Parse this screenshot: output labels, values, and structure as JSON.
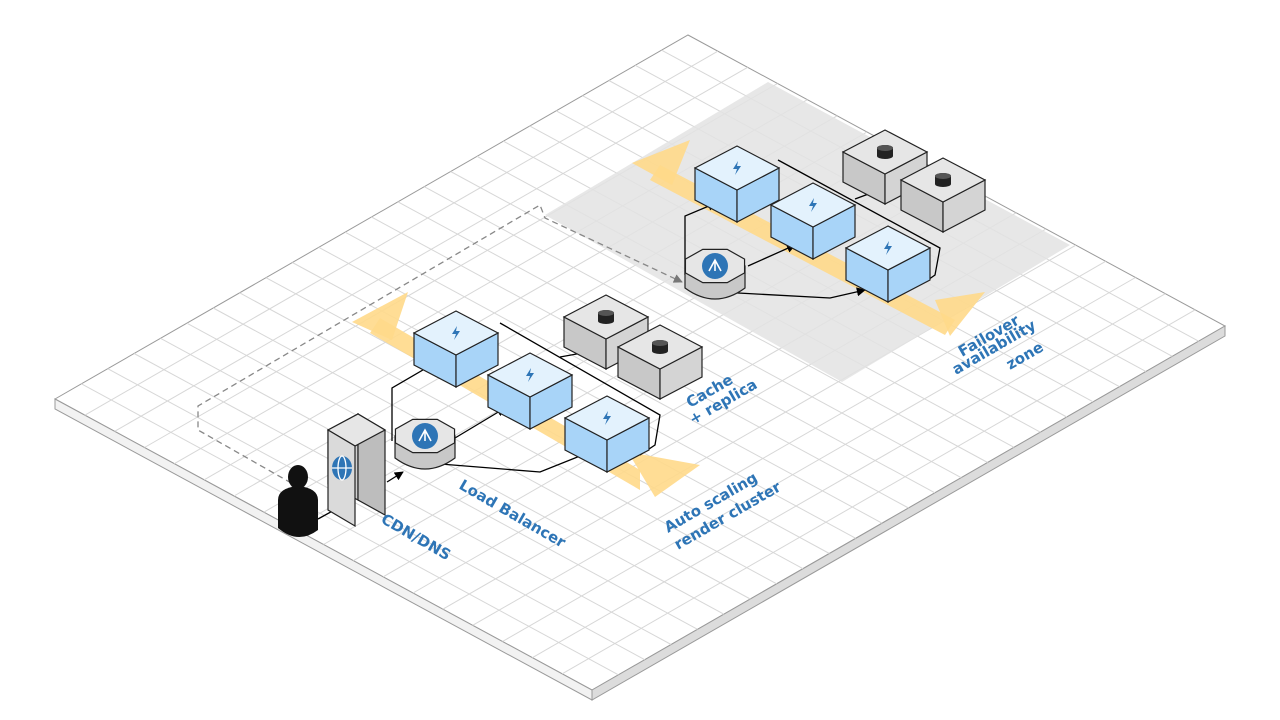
{
  "labels": {
    "cdn": "CDN/DNS",
    "load_balancer": "Load Balancer",
    "cluster_line1": "Auto scaling",
    "cluster_line2": "render cluster",
    "cache_line1": "Cache",
    "cache_line2": "+ replica",
    "failover_line1": "Failover",
    "failover_line2": "availability",
    "failover_line3": "zone"
  },
  "colors": {
    "label": "#2e75b6",
    "server_top": "#e3f2fd",
    "server_side": "#a8d4f8",
    "band": "#ffd98a",
    "zone": "#e3e3e3",
    "grid": "#d7d7d7",
    "icon_blue": "#2e75b6"
  },
  "icons": {
    "user": "user-icon",
    "cdn": "globe-icon",
    "load_balancer": "load-balancer-icon",
    "server": "lightning-icon",
    "cache": "database-icon"
  }
}
